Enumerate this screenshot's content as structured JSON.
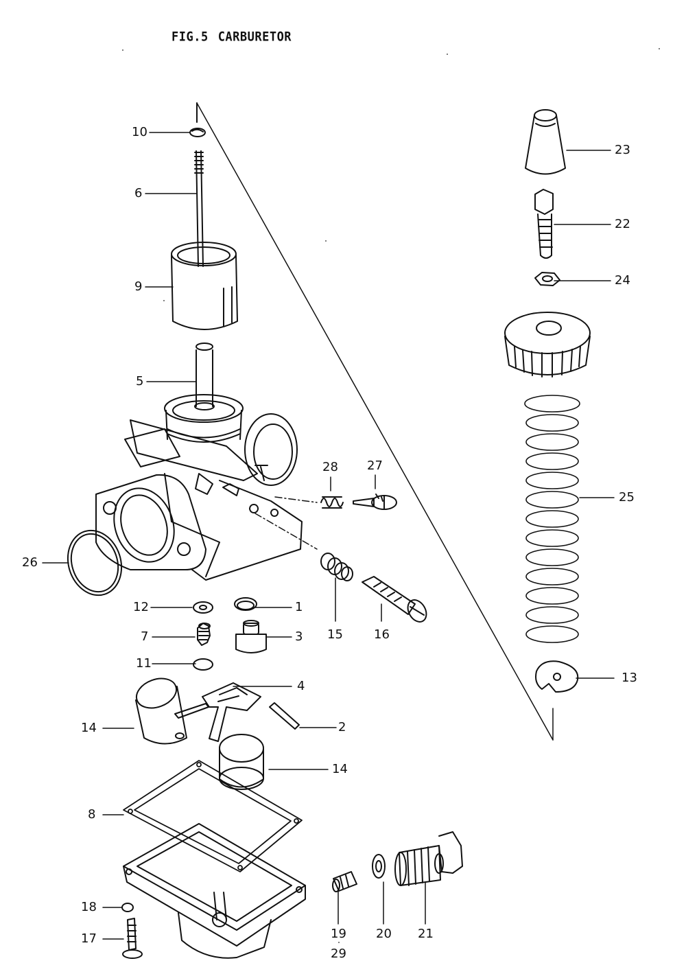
{
  "title": {
    "fig": "FIG.5",
    "name": "CARBURETOR"
  },
  "callouts": {
    "n1": "1",
    "n2": "2",
    "n3": "3",
    "n4": "4",
    "n5": "5",
    "n6": "6",
    "n7": "7",
    "n8": "8",
    "n9": "9",
    "n10": "10",
    "n11": "11",
    "n12": "12",
    "n13": "13",
    "n14a": "14",
    "n14b": "14",
    "n15": "15",
    "n16": "16",
    "n17": "17",
    "n18": "18",
    "n19": "19",
    "n20": "20",
    "n21": "21",
    "n22": "22",
    "n23": "23",
    "n24": "24",
    "n25": "25",
    "n26": "26",
    "n27": "27",
    "n28": "28",
    "n29": "29"
  }
}
